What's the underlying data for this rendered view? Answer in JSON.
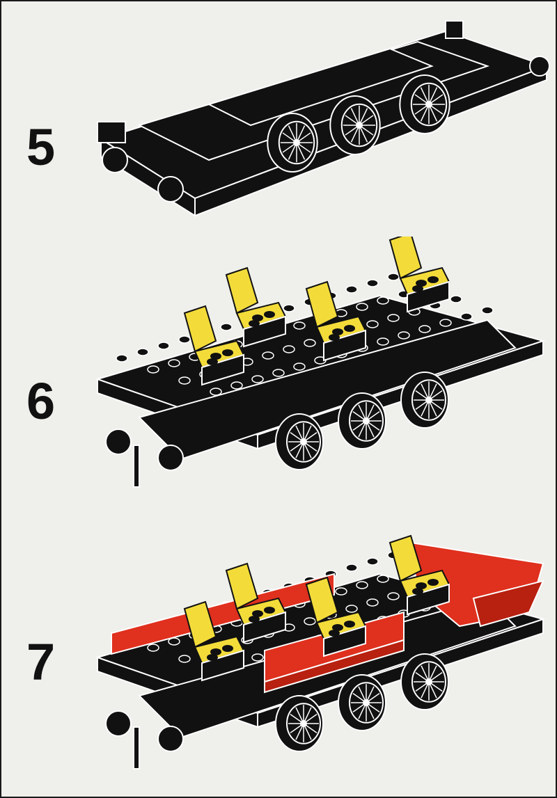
{
  "steps": [
    {
      "number": "5"
    },
    {
      "number": "6"
    },
    {
      "number": "7"
    }
  ],
  "colors": {
    "background": "#efefeb",
    "brick_black": "#111111",
    "seat_yellow": "#f3dc3a",
    "brick_red": "#e0301e",
    "outline": "#ffffff"
  }
}
